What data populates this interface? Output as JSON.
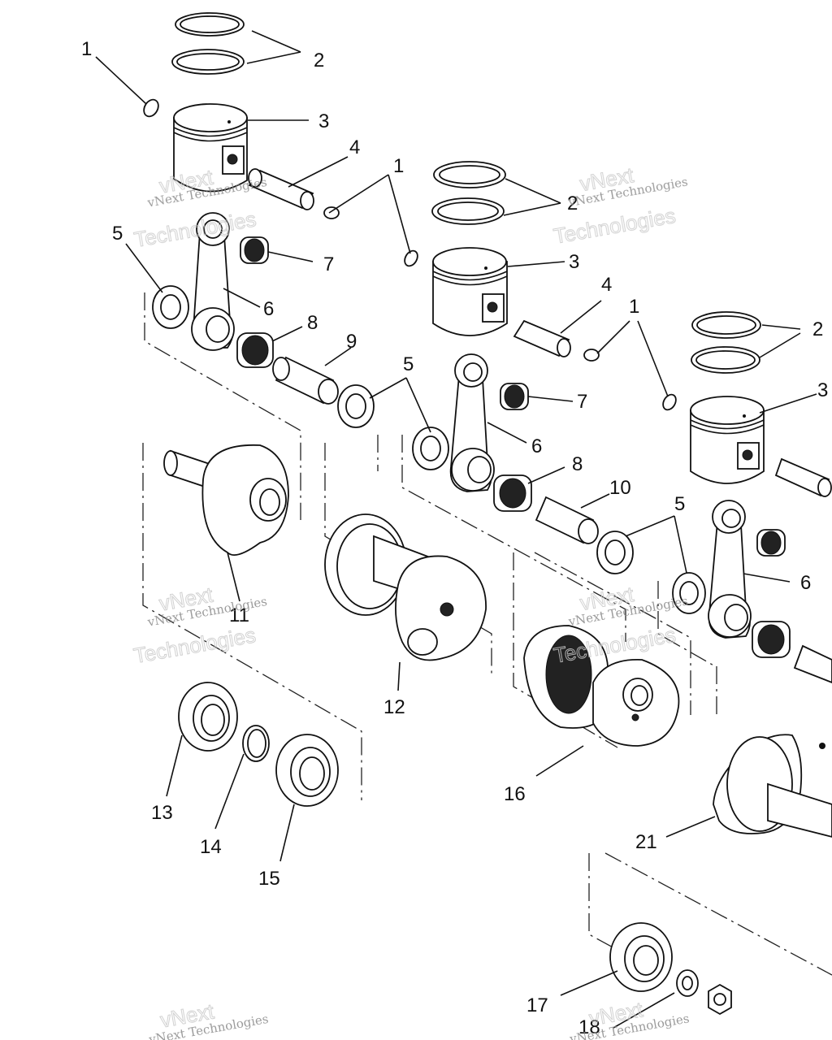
{
  "diagram": {
    "callouts": [
      {
        "id": "c1a",
        "text": "1"
      },
      {
        "id": "c2a",
        "text": "2"
      },
      {
        "id": "c3a",
        "text": "3"
      },
      {
        "id": "c4a",
        "text": "4"
      },
      {
        "id": "c5a",
        "text": "5"
      },
      {
        "id": "c6a",
        "text": "6"
      },
      {
        "id": "c7a",
        "text": "7"
      },
      {
        "id": "c8a",
        "text": "8"
      },
      {
        "id": "c9",
        "text": "9"
      },
      {
        "id": "c1b",
        "text": "1"
      },
      {
        "id": "c2b",
        "text": "2"
      },
      {
        "id": "c3b",
        "text": "3"
      },
      {
        "id": "c4b",
        "text": "4"
      },
      {
        "id": "c5b",
        "text": "5"
      },
      {
        "id": "c6b",
        "text": "6"
      },
      {
        "id": "c7b",
        "text": "7"
      },
      {
        "id": "c8b",
        "text": "8"
      },
      {
        "id": "c10",
        "text": "10"
      },
      {
        "id": "c1c",
        "text": "1"
      },
      {
        "id": "c2c",
        "text": "2"
      },
      {
        "id": "c3c",
        "text": "3"
      },
      {
        "id": "c5c",
        "text": "5"
      },
      {
        "id": "c6c",
        "text": "6"
      },
      {
        "id": "c11",
        "text": "11"
      },
      {
        "id": "c12",
        "text": "12"
      },
      {
        "id": "c13",
        "text": "13"
      },
      {
        "id": "c14",
        "text": "14"
      },
      {
        "id": "c15",
        "text": "15"
      },
      {
        "id": "c16",
        "text": "16"
      },
      {
        "id": "c17",
        "text": "17"
      },
      {
        "id": "c18",
        "text": "18"
      },
      {
        "id": "c21",
        "text": "21"
      }
    ],
    "watermark": {
      "line1": "vNext Technologies",
      "line2": "Technologies",
      "logo": "vNext"
    }
  }
}
